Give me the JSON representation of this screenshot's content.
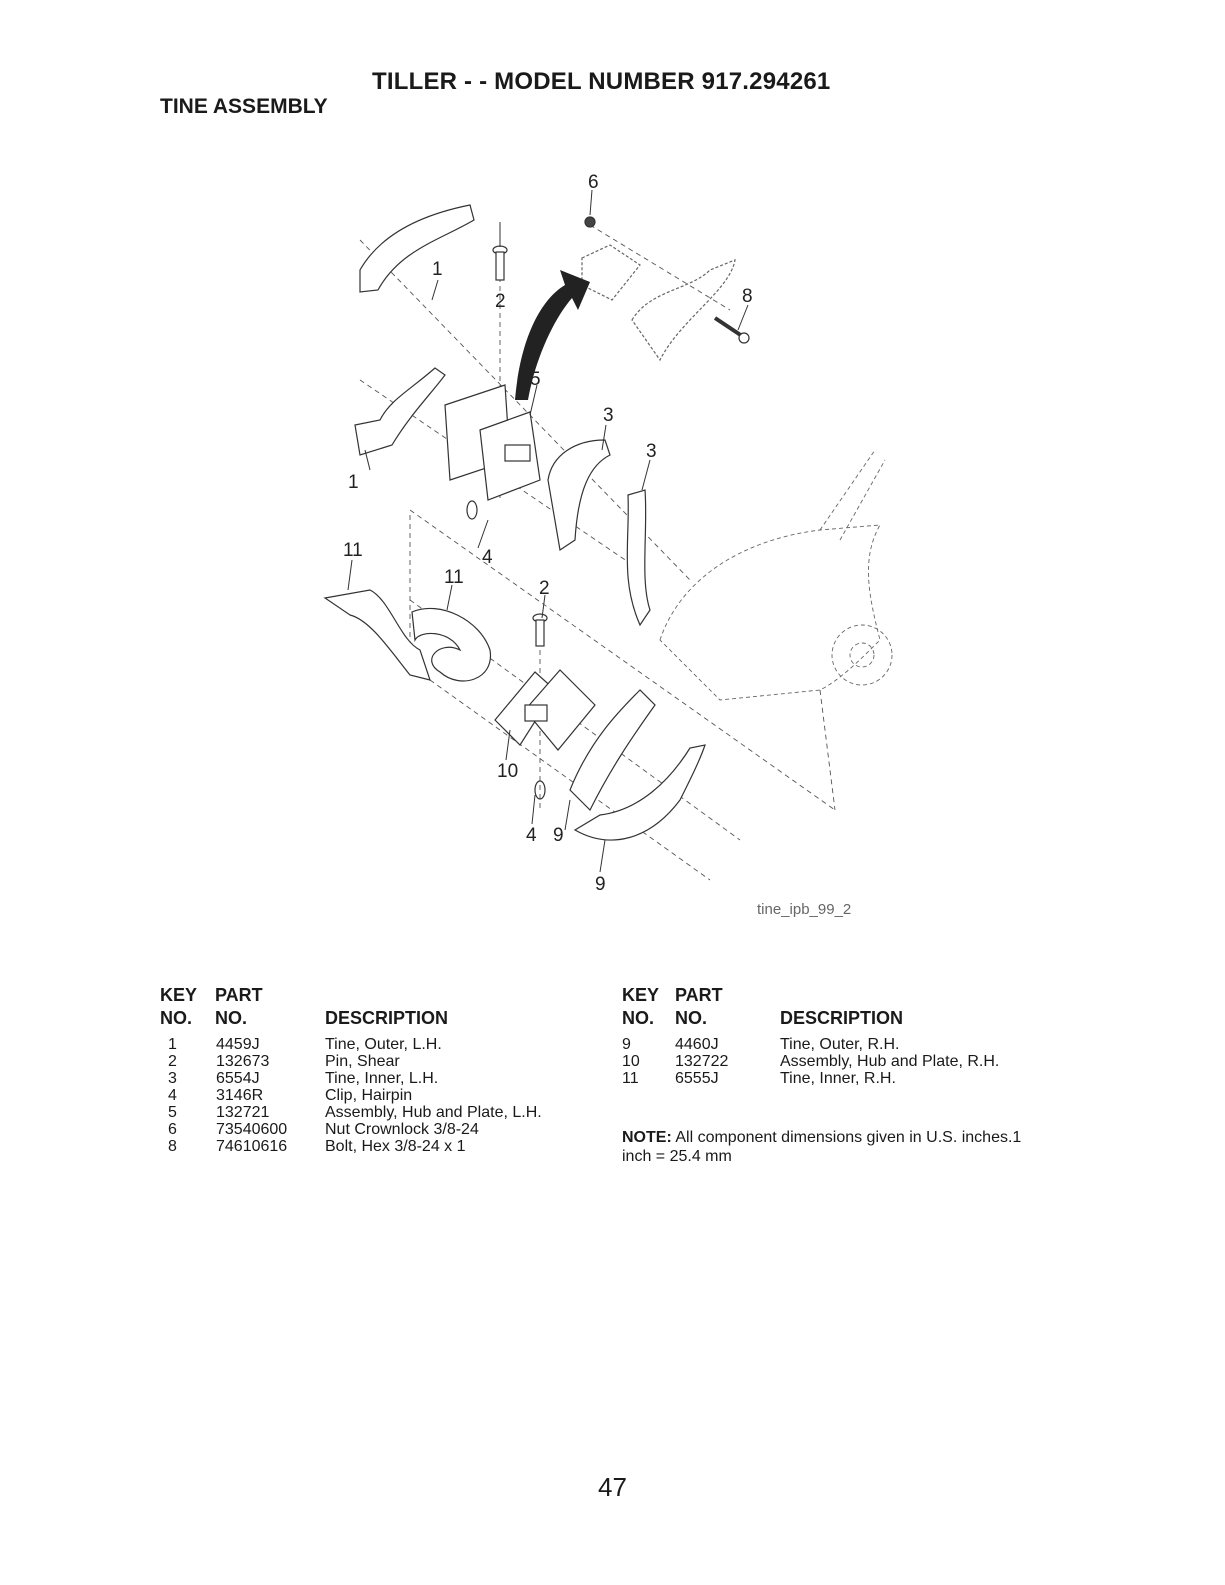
{
  "header": {
    "title": "TILLER - - MODEL NUMBER 917.294261",
    "section": "TINE ASSEMBLY"
  },
  "diagram": {
    "figure_id": "tine_ipb_99_2",
    "callouts": [
      "6",
      "1",
      "2",
      "8",
      "5",
      "3",
      "3",
      "1",
      "11",
      "4",
      "11",
      "2",
      "10",
      "4",
      "9",
      "9"
    ]
  },
  "tables": {
    "left": {
      "headers": {
        "key_line1": "KEY",
        "part_line1": "PART",
        "key_line2": "NO.",
        "part_line2": "NO.",
        "description": "DESCRIPTION"
      },
      "rows": [
        {
          "key": "1",
          "part": "4459J",
          "desc": "Tine, Outer, L.H."
        },
        {
          "key": "2",
          "part": "132673",
          "desc": "Pin, Shear"
        },
        {
          "key": "3",
          "part": "6554J",
          "desc": "Tine, Inner, L.H."
        },
        {
          "key": "4",
          "part": "3146R",
          "desc": "Clip, Hairpin"
        },
        {
          "key": "5",
          "part": "132721",
          "desc": "Assembly, Hub and Plate, L.H."
        },
        {
          "key": "6",
          "part": "73540600",
          "desc": "Nut Crownlock 3/8-24"
        },
        {
          "key": "8",
          "part": "74610616",
          "desc": "Bolt, Hex 3/8-24 x 1"
        }
      ]
    },
    "right": {
      "headers": {
        "key_line1": "KEY",
        "part_line1": "PART",
        "key_line2": "NO.",
        "part_line2": "NO.",
        "description": "DESCRIPTION"
      },
      "rows": [
        {
          "key": "9",
          "part": "4460J",
          "desc": "Tine, Outer, R.H."
        },
        {
          "key": "10",
          "part": "132722",
          "desc": "Assembly, Hub and Plate, R.H."
        },
        {
          "key": "11",
          "part": "6555J",
          "desc": "Tine, Inner, R.H."
        }
      ]
    }
  },
  "note": {
    "label": "NOTE:",
    "text": "All component dimensions given in U.S. inches.1 inch = 25.4 mm"
  },
  "page_number": "47"
}
